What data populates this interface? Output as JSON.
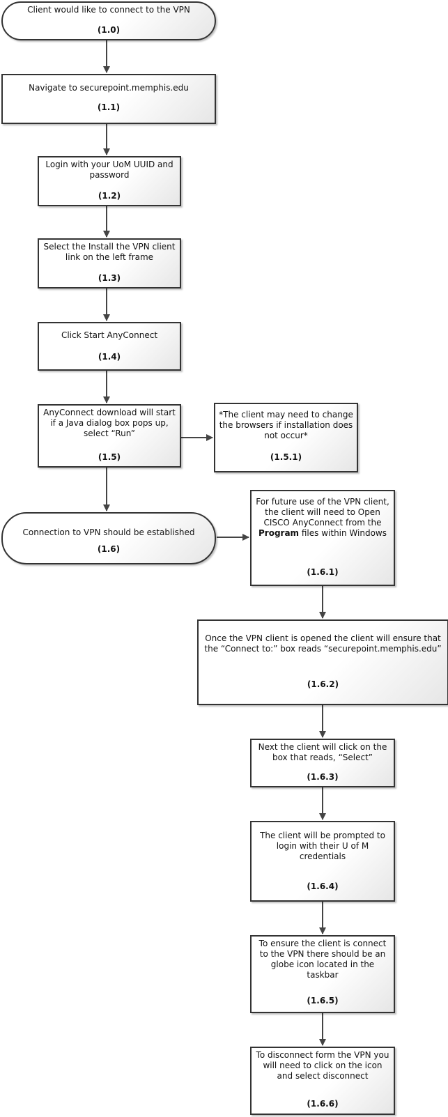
{
  "nodes": {
    "n1_0": {
      "text": "Client would like to connect to the VPN",
      "num": "(1.0)"
    },
    "n1_1": {
      "text": "Navigate to securepoint.memphis.edu",
      "num": "(1.1)"
    },
    "n1_2": {
      "text": "Login with your UoM UUID and password",
      "num": "(1.2)"
    },
    "n1_3": {
      "text": "Select the Install the VPN client link on the left frame",
      "num": "(1.3)"
    },
    "n1_4": {
      "text": "Click Start AnyConnect",
      "num": "(1.4)"
    },
    "n1_5": {
      "text": "AnyConnect download will start if a Java dialog box pops up, select “Run”",
      "num": "(1.5)"
    },
    "n1_5_1": {
      "text": "*The client may need to change the browsers if installation does not occur*",
      "num": "(1.5.1)"
    },
    "n1_6": {
      "text": "Connection to VPN should be established",
      "num": "(1.6)"
    },
    "n1_6_1": {
      "text_pre": "For future use of the VPN client, the client will need to Open CISCO AnyConnect from the ",
      "text_bold": "Program",
      "text_post": " files within Windows",
      "num": "(1.6.1)"
    },
    "n1_6_2": {
      "text": "Once the VPN client is opened the client will ensure that the “Connect to:” box reads “securepoint.memphis.edu”",
      "num": "(1.6.2)"
    },
    "n1_6_3": {
      "text": "Next the client will click on the box that reads, “Select”",
      "num": "(1.6.3)"
    },
    "n1_6_4": {
      "text": "The client will be prompted to login with their U of M credentials",
      "num": "(1.6.4)"
    },
    "n1_6_5": {
      "text": "To ensure the client is connect to the VPN there should be an globe icon located in the taskbar",
      "num": "(1.6.5)"
    },
    "n1_6_6": {
      "text": "To disconnect form the VPN you will need to click on the icon and select disconnect",
      "num": "(1.6.6)"
    }
  },
  "colors": {
    "border": "#333333",
    "arrow": "#444444",
    "fill_end": "#e6e6e6"
  }
}
